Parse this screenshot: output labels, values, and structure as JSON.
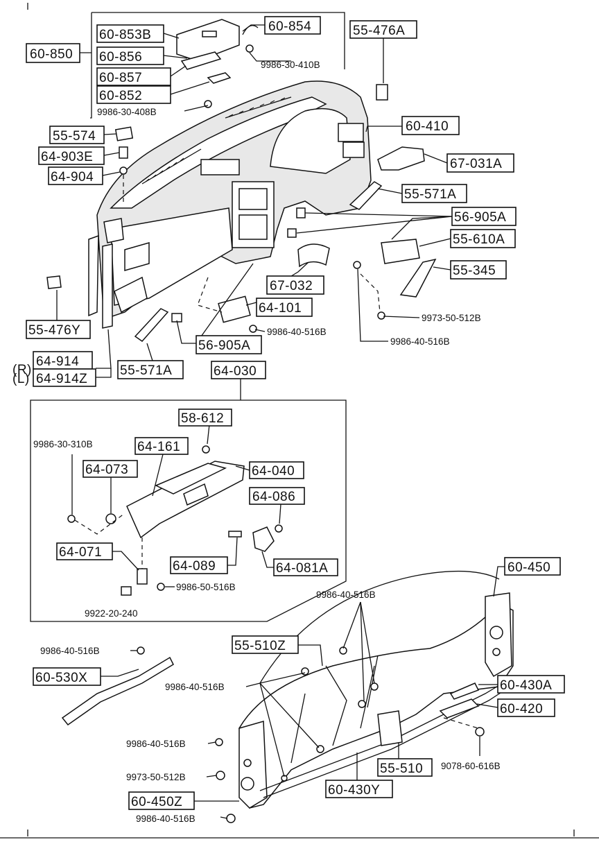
{
  "labels": {
    "p60_850": "60-850",
    "p60_853B": "60-853B",
    "p60_854": "60-854",
    "p60_856": "60-856",
    "p60_857": "60-857",
    "p60_852": "60-852",
    "b9986_30_410B": "9986-30-410B",
    "b9986_30_408B": "9986-30-408B",
    "p55_476A": "55-476A",
    "p60_410": "60-410",
    "p55_574": "55-574",
    "p64_903E": "64-903E",
    "p64_904": "64-904",
    "p67_031A": "67-031A",
    "p55_571A_top": "55-571A",
    "p56_905A_top": "56-905A",
    "p55_610A": "55-610A",
    "p55_345": "55-345",
    "p67_032": "67-032",
    "p64_101": "64-101",
    "b9986_40_516B_a": "9986-40-516B",
    "b9973_50_512B_a": "9973-50-512B",
    "b9986_40_516B_b": "9986-40-516B",
    "p55_476Y": "55-476Y",
    "p56_905A_bot": "56-905A",
    "p55_571A_bot": "55-571A",
    "side_R": "(R)",
    "side_L": "(L)",
    "p64_914": "64-914",
    "p64_914Z": "64-914Z",
    "p64_030": "64-030",
    "p58_612": "58-612",
    "b9986_30_310B": "9986-30-310B",
    "p64_161": "64-161",
    "p64_073": "64-073",
    "p64_040": "64-040",
    "p64_086": "64-086",
    "p64_071": "64-071",
    "p64_089": "64-089",
    "p64_081A": "64-081A",
    "b9986_50_516B": "9986-50-516B",
    "b9922_20_240": "9922-20-240",
    "b9986_40_516B_c": "9986-40-516B",
    "p60_450": "60-450",
    "p55_510Z": "55-510Z",
    "b9986_40_516B_d": "9986-40-516B",
    "p60_530X": "60-530X",
    "b9986_40_516B_e": "9986-40-516B",
    "p60_430A": "60-430A",
    "p60_420": "60-420",
    "b9986_40_516B_f": "9986-40-516B",
    "b9973_50_512B_b": "9973-50-512B",
    "p55_510": "55-510",
    "b9078_60_616B": "9078-60-616B",
    "p60_450Z": "60-450Z",
    "p60_430Y": "60-430Y",
    "b9986_40_516B_g": "9986-40-516B"
  }
}
